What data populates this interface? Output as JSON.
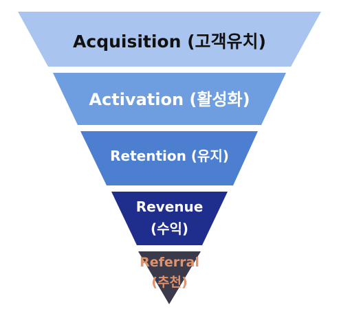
{
  "funnel": {
    "stages": [
      {
        "lines": [
          "Acquisition (고객유치)"
        ],
        "fill": "#a9c5ef",
        "text_color": "#111111"
      },
      {
        "lines": [
          "Activation (활성화)"
        ],
        "fill": "#6e9ee0",
        "text_color": "#ffffff"
      },
      {
        "lines": [
          "Retention (유지)"
        ],
        "fill": "#4d7fd0",
        "text_color": "#ffffff"
      },
      {
        "lines": [
          "Revenue",
          "(수익)"
        ],
        "fill": "#1f2d8c",
        "text_color": "#ffffff"
      },
      {
        "lines": [
          "Referral",
          "(추천)"
        ],
        "fill": "#3a3a4a",
        "text_color": "#e0926a"
      }
    ]
  }
}
